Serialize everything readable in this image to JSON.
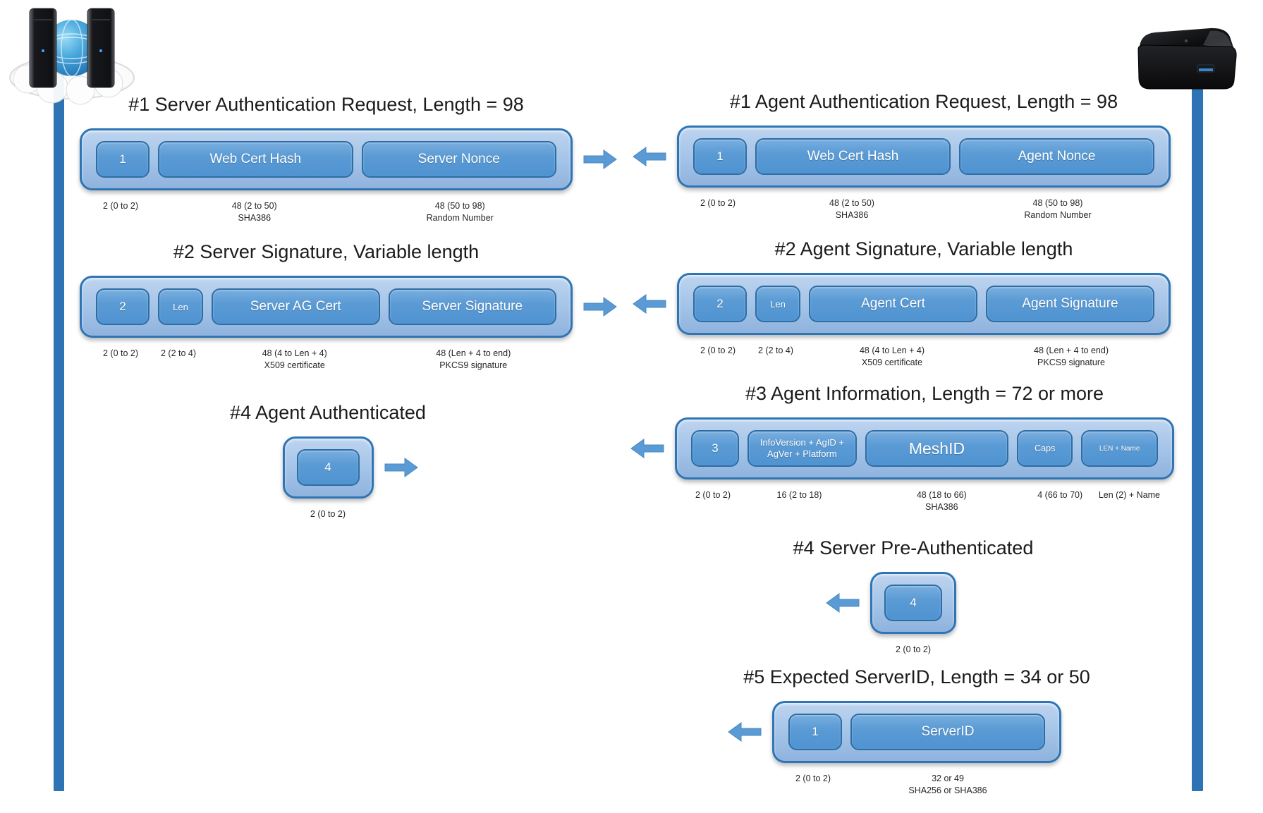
{
  "diagram": {
    "left_actor": "server",
    "right_actor": "agent",
    "colors": {
      "lifeline": "#2e74b5",
      "container_fill": "#a7c6e9",
      "container_border": "#2e75b6",
      "field_fill": "#5b9bd5",
      "field_border": "#2e6da4",
      "arrow": "#5b9bd5"
    },
    "icons": {
      "left_actor": "cloud-server-icon",
      "right_actor": "mini-pc-icon",
      "flow_right": "arrow-right-icon",
      "flow_left": "arrow-left-icon"
    }
  },
  "messages": {
    "l1": {
      "title": "#1 Server Authentication Request, Length = 98",
      "f1": "1",
      "f2": "Web Cert Hash",
      "f3": "Server Nonce",
      "a1": "2 (0 to 2)",
      "a2": "48 (2 to 50)",
      "a2b": "SHA386",
      "a3": "48 (50 to 98)",
      "a3b": "Random Number"
    },
    "l2": {
      "title": "#2 Server Signature, Variable length",
      "f1": "2",
      "f2": "Len",
      "f3": "Server AG Cert",
      "f4": "Server Signature",
      "a1": "2 (0 to 2)",
      "a2": "2 (2 to 4)",
      "a3": "48 (4 to Len + 4)",
      "a3b": "X509 certificate",
      "a4": "48 (Len + 4 to end)",
      "a4b": "PKCS9 signature"
    },
    "l3": {
      "title": "#4 Agent Authenticated",
      "f1": "4",
      "a1": "2 (0 to 2)"
    },
    "r1": {
      "title": "#1 Agent Authentication Request, Length = 98",
      "f1": "1",
      "f2": "Web Cert Hash",
      "f3": "Agent Nonce",
      "a1": "2 (0 to 2)",
      "a2": "48 (2 to 50)",
      "a2b": "SHA386",
      "a3": "48 (50 to 98)",
      "a3b": "Random Number"
    },
    "r2": {
      "title": "#2 Agent Signature, Variable length",
      "f1": "2",
      "f2": "Len",
      "f3": "Agent Cert",
      "f4": "Agent Signature",
      "a1": "2 (0 to 2)",
      "a2": "2 (2 to 4)",
      "a3": "48 (4 to Len + 4)",
      "a3b": "X509 certificate",
      "a4": "48 (Len + 4 to end)",
      "a4b": "PKCS9 signature"
    },
    "r3": {
      "title": "#3 Agent Information, Length = 72 or more",
      "f1": "3",
      "f2": "InfoVersion + AgID + AgVer + Platform",
      "f3": "MeshID",
      "f4": "Caps",
      "f5": "LEN + Name",
      "a1": "2 (0 to 2)",
      "a2": "16 (2 to 18)",
      "a3": "48 (18 to 66)",
      "a3b": "SHA386",
      "a4": "4 (66 to 70)",
      "a5": "Len (2) + Name"
    },
    "r4": {
      "title": "#4 Server Pre-Authenticated",
      "f1": "4",
      "a1": "2 (0 to 2)"
    },
    "r5": {
      "title": "#5 Expected ServerID, Length = 34 or 50",
      "f1": "1",
      "f2": "ServerID",
      "a1": "2 (0 to 2)",
      "a2": "32 or 49",
      "a2b": "SHA256 or SHA386"
    }
  }
}
